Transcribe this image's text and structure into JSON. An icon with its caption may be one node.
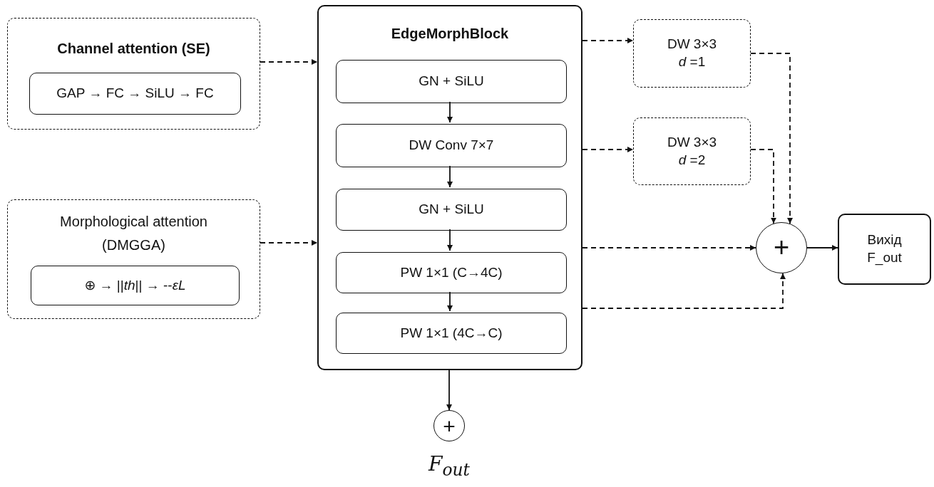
{
  "diagram": {
    "nodes": [
      {
        "text": [
          "Channel attention (SE)"
        ]
      },
      {
        "text": [
          "GAP → FC → SiLU → FC"
        ],
        "in": 0
      },
      {
        "text": [
          "Morphological attention (DMGGA)"
        ]
      },
      {
        "text": [
          "⊕ → ||*th*|| → --*εL*"
        ],
        "in": 2
      },
      {
        "text": [
          "EdgeMorphBlock"
        ]
      },
      {
        "text": [
          "GN + SiLU"
        ],
        "in": 4
      },
      {
        "text": [
          "DW Conv 7×7"
        ],
        "in": 4
      },
      {
        "text": [
          "GN + SiLU"
        ],
        "in": 4
      },
      {
        "text": [
          "PW 1×1 (C→4C)"
        ],
        "in": 4
      },
      {
        "text": [
          "PW 1×1 (4C→C)"
        ],
        "in": 4
      },
      {
        "text": [
          "DW 3×3",
          "*d* =1"
        ]
      },
      {
        "text": [
          "DW 3×3",
          "*d* =2"
        ]
      },
      {
        "text": [
          "+"
        ]
      },
      {
        "text": [
          "Вихід",
          "F_out"
        ]
      },
      {
        "text": [
          "+"
        ],
        "beside": [
          "F$_{out}$"
        ]
      }
    ],
    "edges": [
      {
        "from": 0,
        "to": 4,
        "arrow": "to",
        "style": "dashed"
      },
      {
        "from": 2,
        "to": 4,
        "arrow": "to",
        "style": "dashed"
      },
      {
        "from": 4,
        "to": 10,
        "arrow": "to",
        "style": "dashed"
      },
      {
        "from": 4,
        "to": 11,
        "arrow": "to",
        "style": "dashed"
      },
      {
        "from": 10,
        "to": 12,
        "arrow": "to",
        "style": "dashed"
      },
      {
        "from": 11,
        "to": 12,
        "arrow": "to",
        "style": "dashed"
      },
      {
        "from": 4,
        "to": 12,
        "arrow": "to",
        "style": "dashed"
      },
      {
        "from": 4,
        "to": 12,
        "arrow": "to",
        "style": "dashed"
      },
      {
        "from": 12,
        "to": 13,
        "arrow": "to"
      },
      {
        "from": 5,
        "to": 6,
        "arrow": "to"
      },
      {
        "from": 6,
        "to": 7,
        "arrow": "to"
      },
      {
        "from": 7,
        "to": 8,
        "arrow": "to"
      },
      {
        "from": 8,
        "to": 9,
        "arrow": "to"
      },
      {
        "from": 4,
        "to": 14,
        "arrow": "to"
      }
    ]
  }
}
